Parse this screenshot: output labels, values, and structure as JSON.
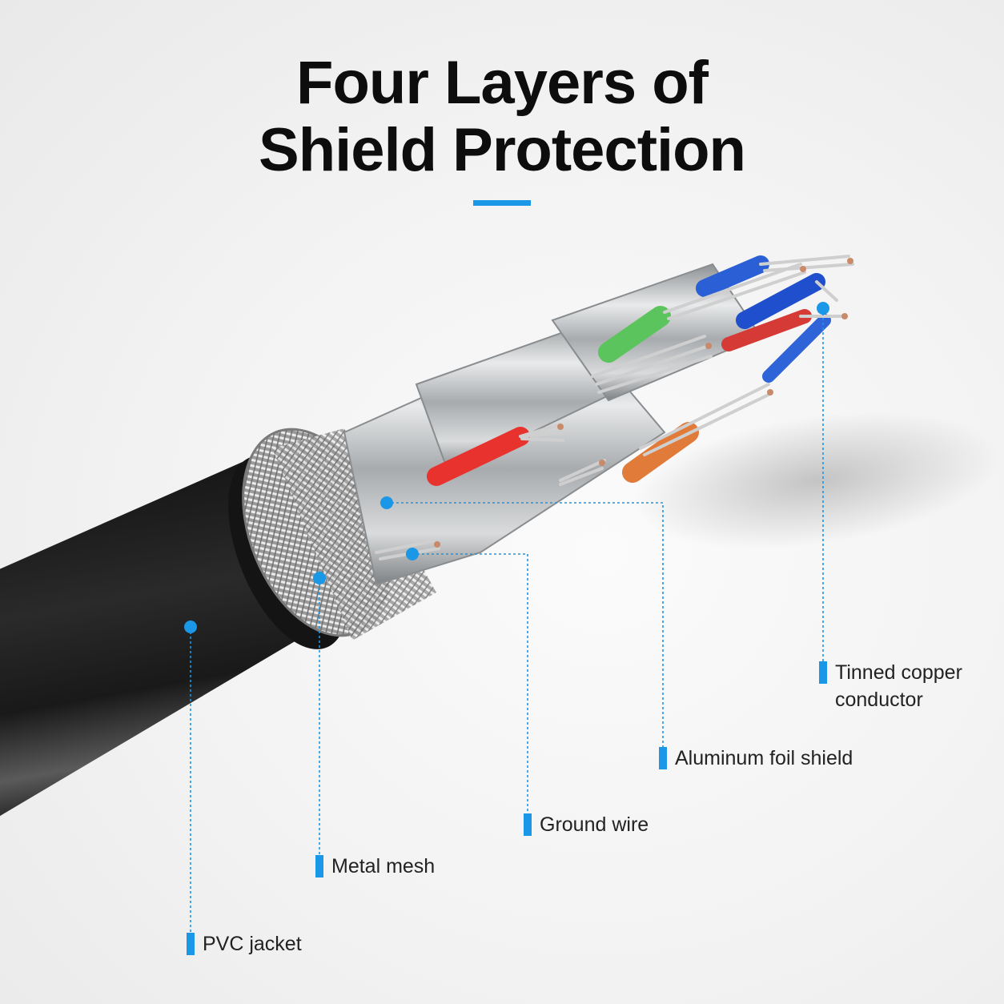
{
  "title": {
    "line1": "Four Layers of",
    "line2": "Shield Protection"
  },
  "colors": {
    "accent": "#1a97e6",
    "jacket": "#1c1c1c",
    "foil": "#b9bcbf"
  },
  "callouts": [
    {
      "id": "tinned",
      "lines": [
        "Tinned copper",
        "conductor"
      ]
    },
    {
      "id": "foil",
      "lines": [
        "Aluminum foil shield"
      ]
    },
    {
      "id": "ground",
      "lines": [
        "Ground wire"
      ]
    },
    {
      "id": "mesh",
      "lines": [
        "Metal mesh"
      ]
    },
    {
      "id": "pvc",
      "lines": [
        "PVC jacket"
      ]
    }
  ]
}
